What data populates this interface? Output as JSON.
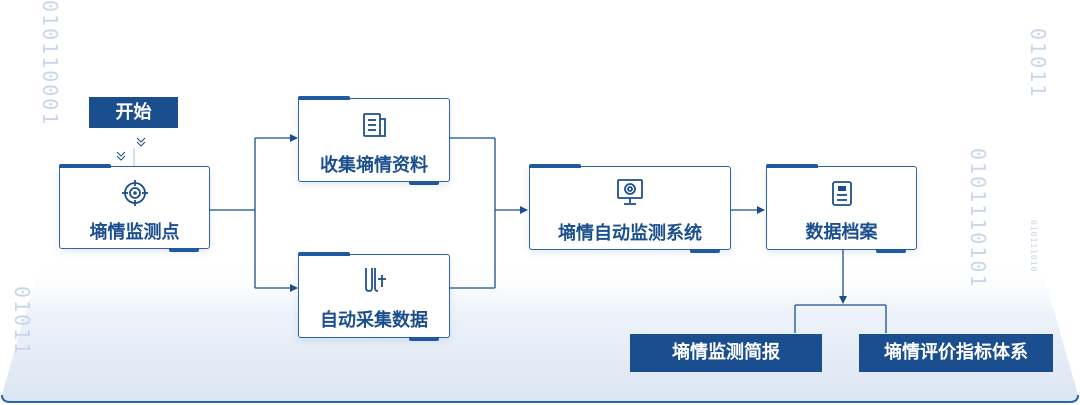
{
  "binary_decor": {
    "top_left": "010110001",
    "right_top": "01011",
    "right_mid": "0101110101",
    "right_small": "010111010",
    "bottom_left": "01011"
  },
  "nodes": {
    "start": "开始",
    "monitor_point": "墒情监测点",
    "collect_data": "收集墒情资料",
    "auto_collect": "自动采集数据",
    "auto_system": "墒情自动监测系统",
    "archive": "数据档案",
    "brief_report": "墒情监测简报",
    "evaluation": "墒情评价指标体系"
  },
  "icons": {
    "monitor_point": "target-icon",
    "collect_data": "document-icon",
    "auto_collect": "sensor-icon",
    "auto_system": "monitor-icon",
    "archive": "file-icon"
  },
  "colors": {
    "primary": "#1b4e8f",
    "border": "#2c64a6",
    "text": "#1c4f8e",
    "platform": "#e3ebf6"
  }
}
